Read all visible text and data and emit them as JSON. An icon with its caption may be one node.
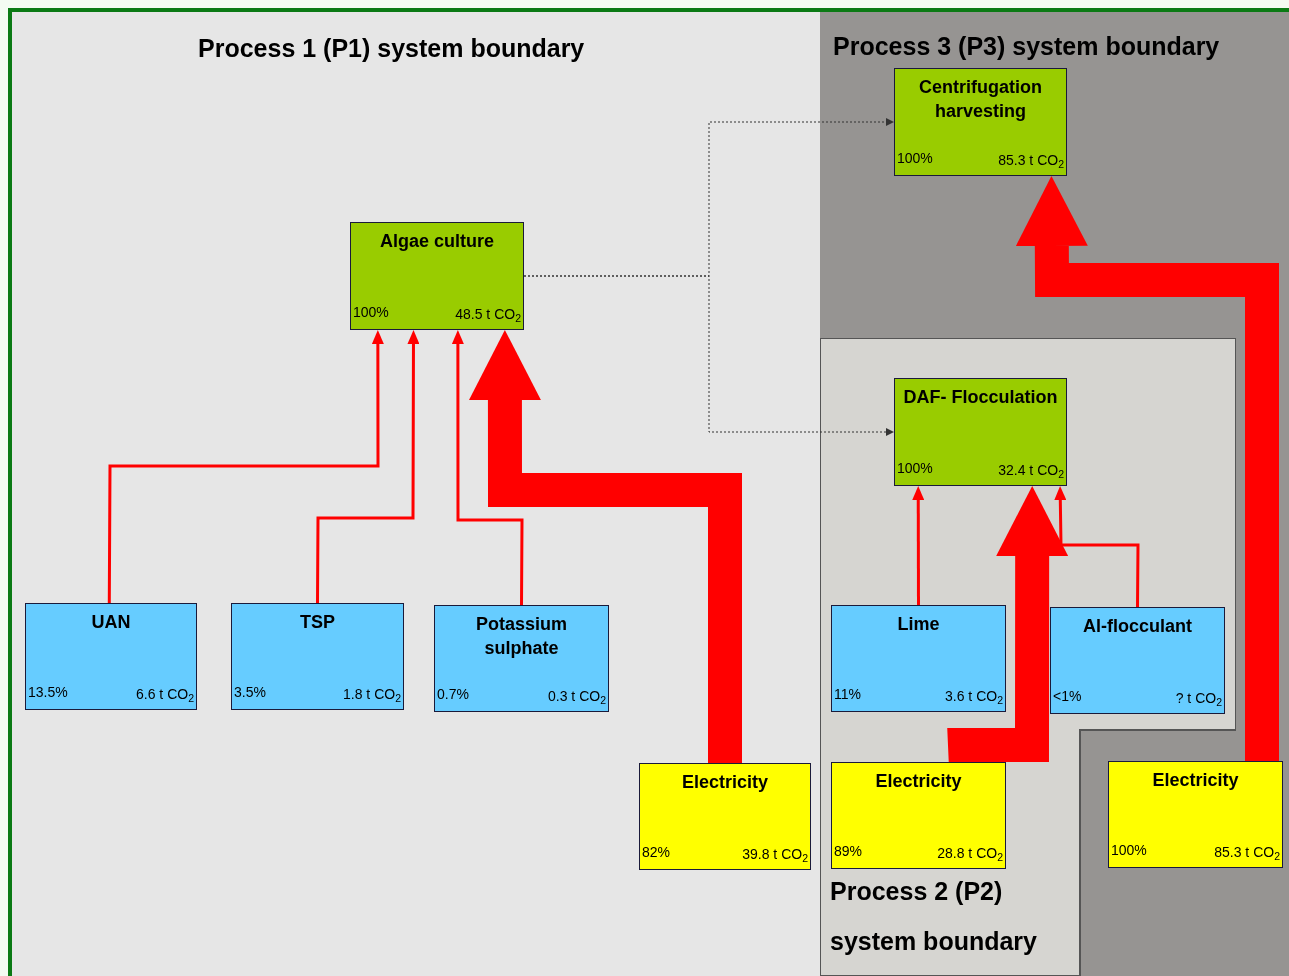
{
  "diagram": {
    "nodes": [
      {
        "text": [
          "Process 1 (P1) system boundary"
        ]
      },
      {
        "text": [
          "Process 3 (P3) system boundary"
        ]
      },
      {
        "text": [
          "Process 2 (P2) system boundary"
        ],
        "in": 1
      },
      {
        "text": [
          "Algae culture",
          "100%",
          "48.5 t CO$_{2}$"
        ],
        "in": 0
      },
      {
        "text": [
          "Centrifugation harvesting",
          "100%",
          "85.3 t CO$_{2}$"
        ],
        "in": 1
      },
      {
        "text": [
          "DAF- Flocculation",
          "100%",
          "32.4 t CO$_{2}$"
        ],
        "in": 2
      },
      {
        "text": [
          "UAN",
          "13.5%",
          "6.6 t CO$_{2}$"
        ],
        "in": 0
      },
      {
        "text": [
          "TSP",
          "3.5%",
          "1.8 t CO$_{2}$"
        ],
        "in": 0
      },
      {
        "text": [
          "Potassium sulphate",
          "0.7%",
          "0.3 t CO$_{2}$"
        ],
        "in": 0
      },
      {
        "text": [
          "Electricity",
          "82%",
          "39.8 t CO$_{2}$"
        ],
        "in": 0
      },
      {
        "text": [
          "Lime",
          "11%",
          "3.6 t CO$_{2}$"
        ],
        "in": 2
      },
      {
        "text": [
          "Al-flocculant",
          "<1%",
          "? t CO$_{2}$"
        ],
        "in": 2
      },
      {
        "text": [
          "Electricity",
          "89%",
          "28.8 t CO$_{2}$"
        ],
        "in": 2
      },
      {
        "text": [
          "Electricity",
          "100%",
          "85.3 t CO$_{2}$"
        ],
        "in": 1
      }
    ],
    "edges": [
      {
        "from": 6,
        "to": 3,
        "arrow": "to"
      },
      {
        "from": 7,
        "to": 3,
        "arrow": "to"
      },
      {
        "from": 8,
        "to": 3,
        "arrow": "to"
      },
      {
        "from": 9,
        "to": 3,
        "arrow": "to",
        "style": "thick"
      },
      {
        "from": 3,
        "to": 4,
        "arrow": "to",
        "style": "dashed",
        "color": "#333333"
      },
      {
        "from": 3,
        "to": 5,
        "arrow": "to",
        "style": "dashed",
        "color": "#333333"
      },
      {
        "from": 10,
        "to": 5,
        "arrow": "to"
      },
      {
        "from": 11,
        "to": 5,
        "arrow": "to"
      },
      {
        "from": 12,
        "to": 5,
        "arrow": "to",
        "style": "thick"
      },
      {
        "from": 13,
        "to": 4,
        "arrow": "to",
        "style": "thick"
      }
    ]
  }
}
